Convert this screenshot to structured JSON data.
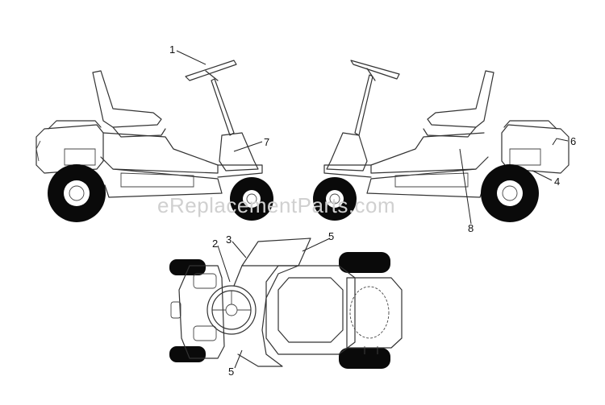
{
  "watermark": "eReplacementParts.com",
  "callouts": [
    {
      "id": "c1",
      "text": "1"
    },
    {
      "id": "c7",
      "text": "7"
    },
    {
      "id": "c6",
      "text": "6"
    },
    {
      "id": "c4",
      "text": "4"
    },
    {
      "id": "c8",
      "text": "8"
    },
    {
      "id": "c2",
      "text": "2"
    },
    {
      "id": "c3",
      "text": "3"
    },
    {
      "id": "c5top",
      "text": "5"
    },
    {
      "id": "c5bot",
      "text": "5"
    }
  ],
  "colors": {
    "line": "#333333",
    "tire": "#0a0a0a",
    "watermark": "#d0d0d0"
  }
}
